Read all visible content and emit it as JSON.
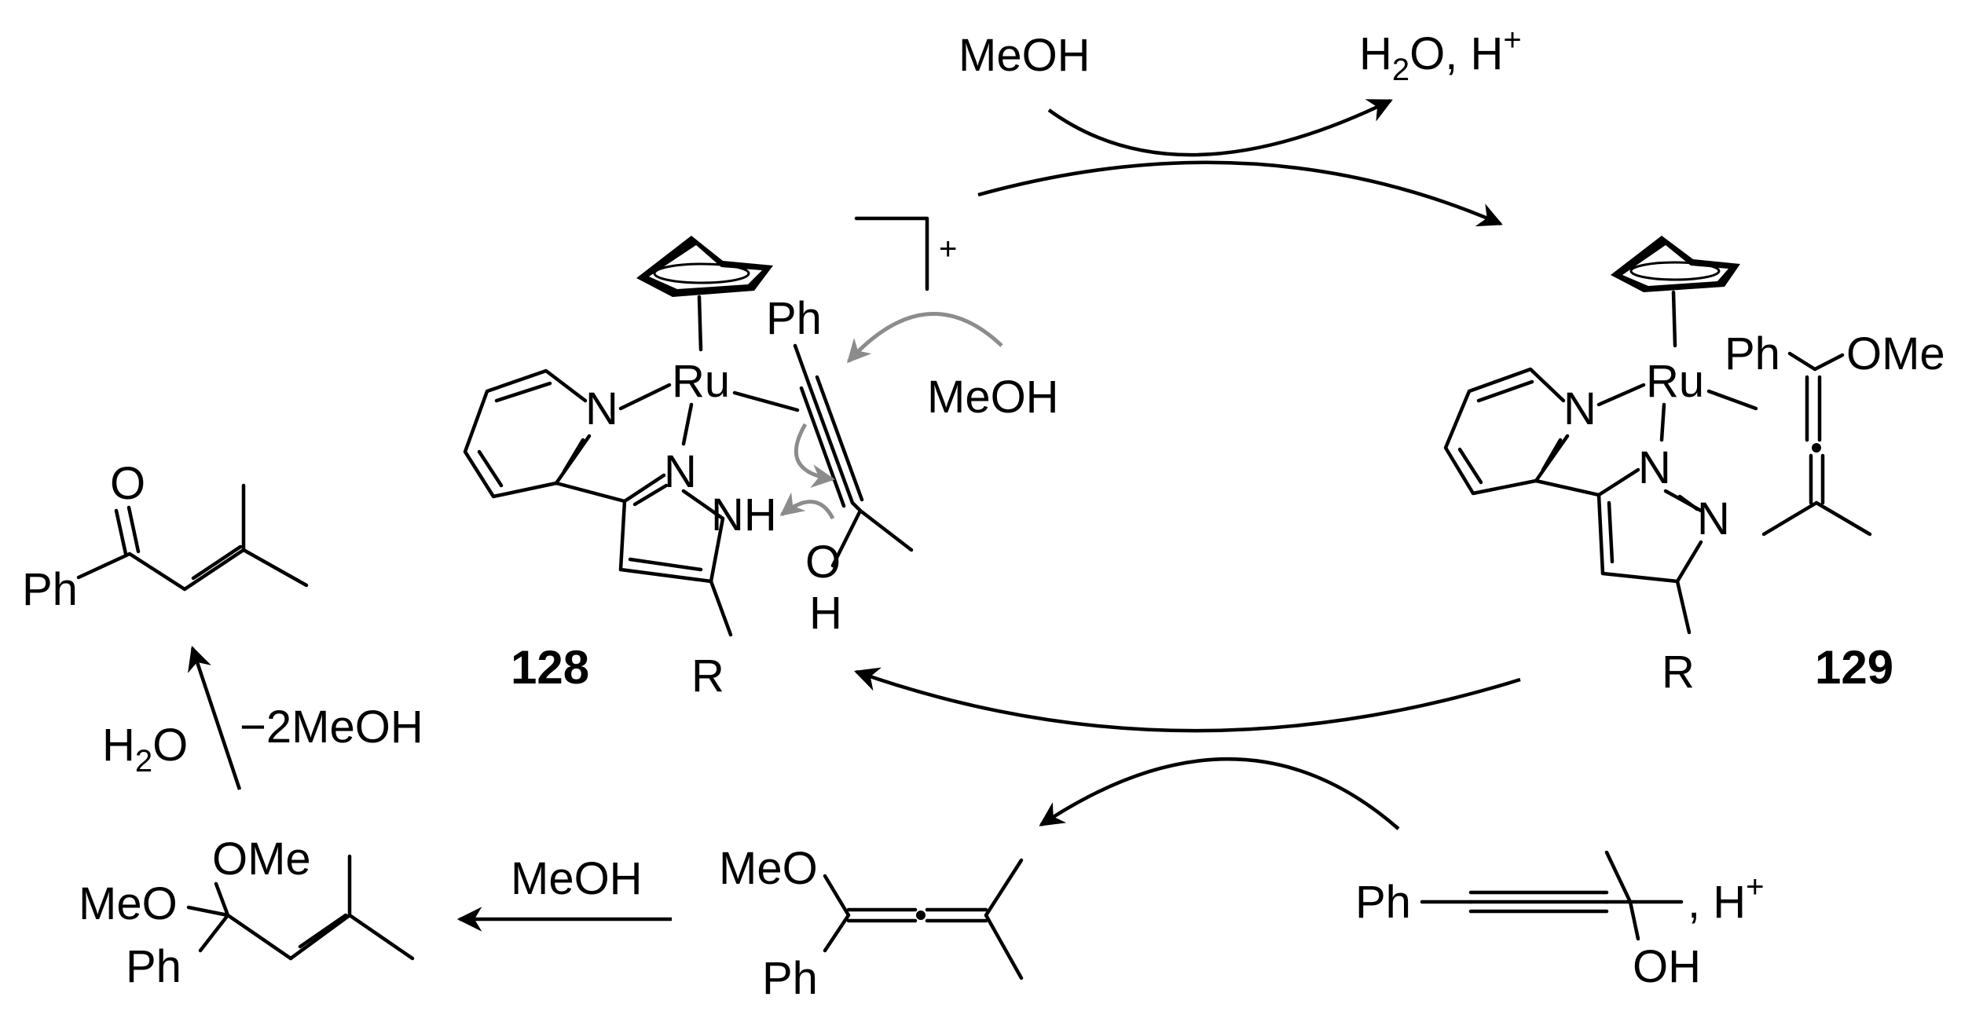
{
  "reagents": {
    "top_in": "MeOH",
    "top_out_h2o_prefix": "H",
    "top_out_h2o_sub": "2",
    "top_out_h2o_suffix": "O, H",
    "top_out_plus": "+",
    "attack": "MeOH",
    "bottom_in_ph": "Ph",
    "bottom_in_oh": "OH",
    "bottom_in_acid": ",  H",
    "bottom_in_plus": "+",
    "methanol_add": "MeOH",
    "hydrolysis_h2o_prefix": "H",
    "hydrolysis_h2o_sub": "2",
    "hydrolysis_h2o_suffix": "O",
    "hydrolysis_minus": "−2MeOH"
  },
  "compound_128": {
    "number": "128",
    "charge": "+",
    "ph": "Ph",
    "ru": "Ru",
    "n_py": "N",
    "n_pz": "N",
    "nh": "NH",
    "o": "O",
    "h": "H",
    "r": "R"
  },
  "compound_129": {
    "number": "129",
    "ph": "Ph",
    "ome": "OMe",
    "ru": "Ru",
    "n_py": "N",
    "n_pz1": "N",
    "n_pz2": "N",
    "r": "R"
  },
  "allene": {
    "meo": "MeO",
    "ph": "Ph"
  },
  "ketal": {
    "ome": "OMe",
    "meo": "MeO",
    "ph": "Ph"
  },
  "enone": {
    "o": "O",
    "ph": "Ph"
  }
}
